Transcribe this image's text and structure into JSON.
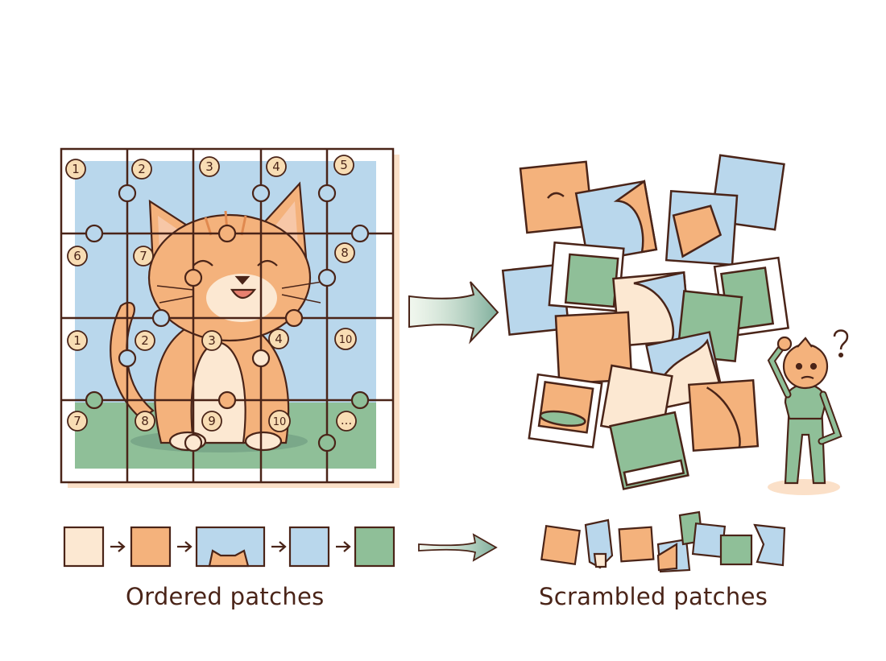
{
  "colors": {
    "blue": "#b9d7ec",
    "orange": "#f4b27c",
    "cream": "#fce8d2",
    "green": "#8fbf98",
    "outline": "#4a2418",
    "badge": "#f8ddb4"
  },
  "grid_labels": [
    [
      "1",
      "2",
      "3",
      "4",
      "5"
    ],
    [
      "6",
      "7",
      "",
      "",
      "8"
    ],
    [
      "1",
      "2",
      "3",
      "4",
      "10"
    ],
    [
      "7",
      "8",
      "9",
      "10",
      "..."
    ]
  ],
  "captions": {
    "ordered": "Ordered patches",
    "scrambled": "Scrambled patches"
  },
  "icons": {
    "arrow": "right-arrow-icon",
    "confused": "question-mark-icon"
  }
}
